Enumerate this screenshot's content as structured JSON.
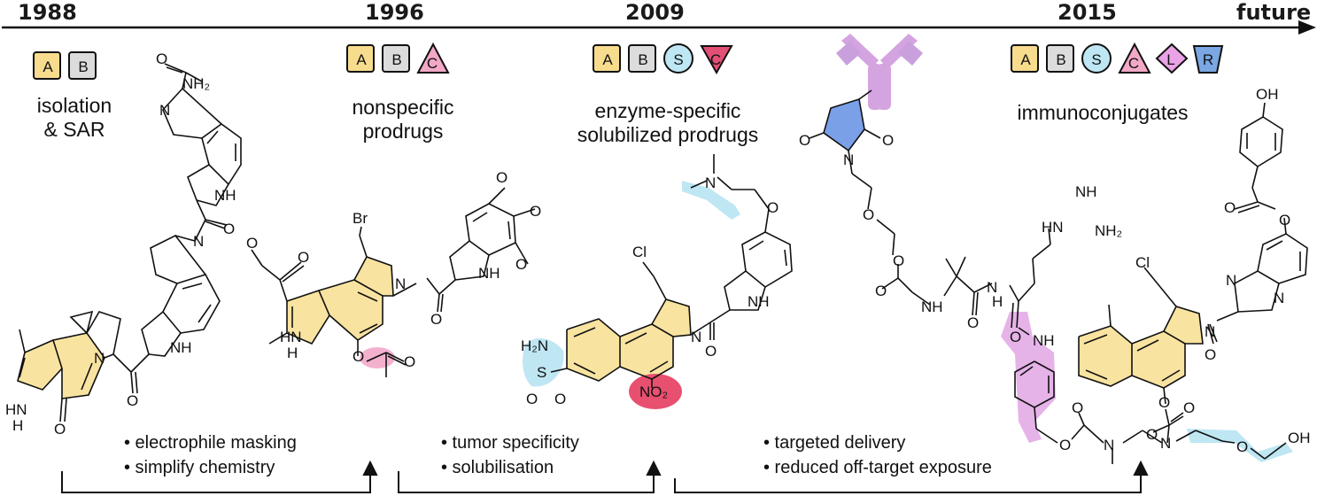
{
  "timeline": {
    "years": [
      "1988",
      "1996",
      "2009",
      "2015",
      "future"
    ],
    "colors": {
      "A": "#f7dc8e",
      "B": "#dcdcdc",
      "S": "#bfe6f3",
      "C_light": "#f2a8c6",
      "C_strong": "#e44f76",
      "L": "#e9a3e6",
      "R": "#7ba7e3",
      "antibody": "#d4a4e0",
      "maleimide": "#7aa0e8",
      "yellow_ring": "#f8e3a0",
      "nitro": "#e8506f",
      "solubiliser": "#bfe6f3",
      "linker_pink": "#f4b1cf",
      "linker_purple": "#e2a6e4"
    }
  },
  "stages": [
    {
      "badges": [
        "A",
        "B"
      ],
      "label_lines": [
        "isolation",
        "& SAR"
      ]
    },
    {
      "badges": [
        "A",
        "B",
        "C"
      ],
      "label_lines": [
        "nonspecific",
        "prodrugs"
      ]
    },
    {
      "badges": [
        "A",
        "B",
        "S",
        "C"
      ],
      "label_lines": [
        "enzyme-specific",
        "solubilized prodrugs"
      ]
    },
    {
      "badges": [
        "A",
        "B",
        "S",
        "C",
        "L",
        "R"
      ],
      "label_lines": [
        "immunoconjugates"
      ]
    }
  ],
  "transitions": [
    {
      "bullets": [
        "• electrophile masking",
        "• simplify chemistry"
      ]
    },
    {
      "bullets": [
        "• tumor specificity",
        "• solubilisation"
      ]
    },
    {
      "bullets": [
        "• targeted delivery",
        "• reduced off-target exposure"
      ]
    }
  ],
  "atoms": {
    "NH2_urea": "NH₂",
    "O": "O",
    "N": "N",
    "NH": "NH",
    "HN": "HN",
    "H": "H",
    "Br": "Br",
    "Cl": "Cl",
    "NO2": "NO₂",
    "H2N": "H₂N",
    "S": "S",
    "OH": "OH",
    "HN_guan": "HN",
    "NH_imine": "NH",
    "NH2_guan": "NH₂"
  }
}
